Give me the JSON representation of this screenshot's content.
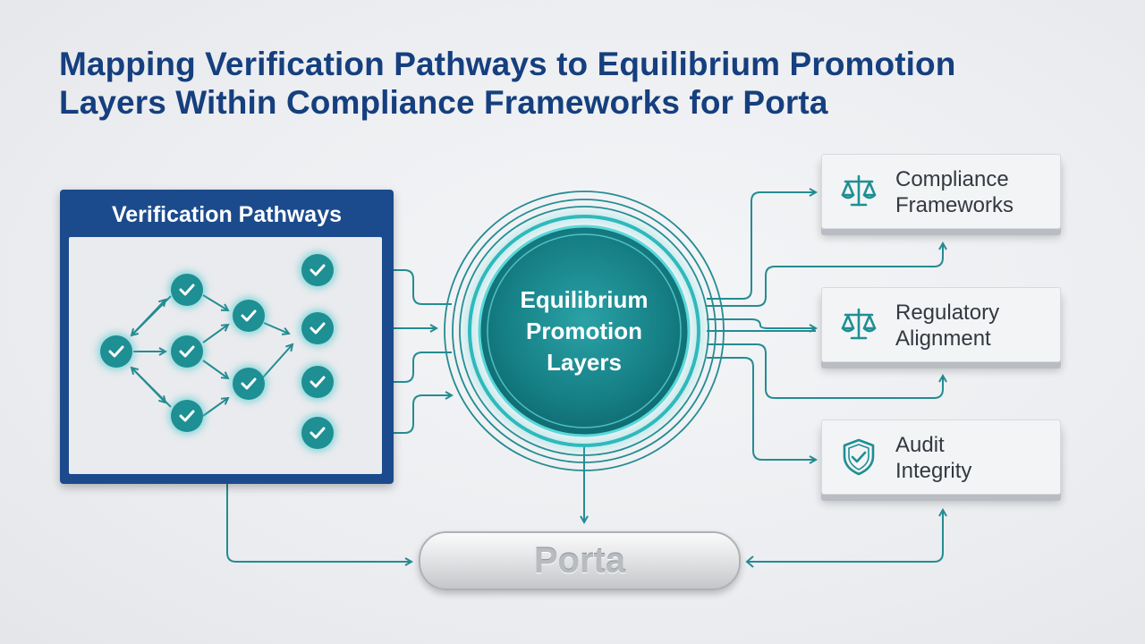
{
  "title": {
    "line1": "Mapping Verification Pathways to Equilibrium Promotion",
    "line2": "Layers Within Compliance Frameworks for Porta"
  },
  "verification_panel": {
    "title": "Verification Pathways"
  },
  "center": {
    "line1": "Equilibrium",
    "line2": "Promotion",
    "line3": "Layers"
  },
  "cards": [
    {
      "line1": "Compliance",
      "line2": "Frameworks",
      "icon": "scales-icon"
    },
    {
      "line1": "Regulatory",
      "line2": "Alignment",
      "icon": "scales-icon"
    },
    {
      "line1": "Audit",
      "line2": "Integrity",
      "icon": "shield-check-icon"
    }
  ],
  "porta": {
    "label": "Porta"
  },
  "colors": {
    "title": "#153f7e",
    "panel": "#1b4b8c",
    "teal": "#1e8f93",
    "connector": "#248c92"
  }
}
